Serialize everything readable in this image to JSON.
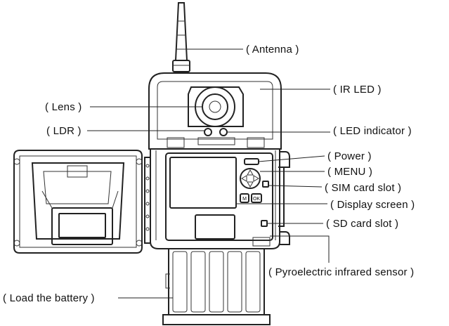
{
  "labels": {
    "antenna": "( Antenna )",
    "ir_led": "( IR LED )",
    "lens": "( Lens )",
    "ldr": "( LDR )",
    "led_indicator": "( LED indicator )",
    "power": "( Power )",
    "menu": "( MENU )",
    "sim_card_slot": "( SIM card slot )",
    "display_screen": "( Display screen )",
    "sd_card_slot": "( SD card slot )",
    "pyroelectric_sensor": "( Pyroelectric infrared sensor )",
    "load_battery": "( Load the battery )"
  },
  "buttons": {
    "m": "M",
    "ok": "OK"
  }
}
